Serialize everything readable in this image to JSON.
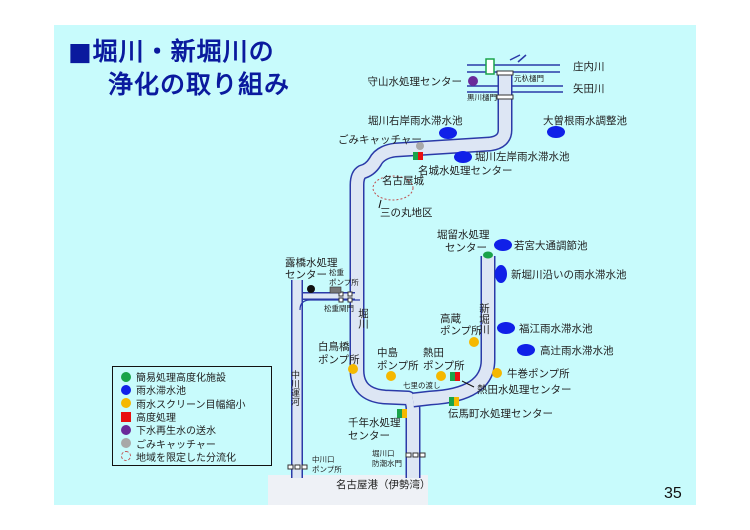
{
  "title": {
    "line1": "■堀川・新堀川の",
    "line2": "浄化の取り組み"
  },
  "page_number": "35",
  "colors": {
    "background": "#c8fbfc",
    "river_outline": "#2b3aa8",
    "river_fill": "#dde6f4",
    "green": "#1aa34a",
    "blue": "#1020e8",
    "yellow": "#f5b800",
    "red": "#e81010",
    "purple": "#6a2a9a",
    "gray": "#a8a8a8"
  },
  "rivers": {
    "shonai": "庄内川",
    "yada": "矢田川",
    "horikawa_v": "堀川",
    "shinhorikawa_v": "新堀川",
    "nakagawa_v": "中川運河"
  },
  "labels": {
    "moriyama": "守山水処理センター",
    "motoiri": "元杁樋門",
    "kurokawa": "黒川樋門",
    "right_bank": "堀川右岸雨水滞水池",
    "ozone": "大曽根雨水調整池",
    "gomi": "ごみキャッチャー",
    "left_bank": "堀川左岸雨水滞水池",
    "meijo": "名城水処理センター",
    "castle": "名古屋城",
    "sannomaru": "三の丸地区",
    "horidome1": "堀留水処理",
    "horidome2": "センター",
    "wakamiya": "若宮大通調節池",
    "shinhori_pond": "新堀川沿いの雨水滞水池",
    "tsuyuhashi1": "露橋水処理",
    "tsuyuhashi2": "センター",
    "matsushige1": "松重",
    "matsushige2": "ポンプ所",
    "matsushige_gate": "松重閘門",
    "takakura1": "高蔵",
    "takakura2": "ポンプ所",
    "fukue": "福江雨水滞水池",
    "takatsuji": "高辻雨水滞水池",
    "shiratori1": "白鳥橋",
    "shiratori2": "ポンプ所",
    "nakajima1": "中島",
    "nakajima2": "ポンプ所",
    "atsuta1": "熱田",
    "atsuta2": "ポンプ所",
    "ushimaki": "牛巻ポンプ所",
    "shichiri": "七里の渡し",
    "atsuta_center": "熱田水処理センター",
    "tenmacho": "伝馬町水処理センター",
    "chitose1": "千年水処理",
    "chitose2": "センター",
    "horikawaguchi1": "堀川口",
    "horikawaguchi2": "防潮水門",
    "nakagawaguchi1": "中川口",
    "nakagawaguchi2": "ポンプ所",
    "port": "名古屋港（伊勢湾）"
  },
  "legend": [
    {
      "label": "簡易処理高度化施設",
      "color": "#1aa34a",
      "shape": "circle"
    },
    {
      "label": "雨水滞水池",
      "color": "#1020e8",
      "shape": "circle"
    },
    {
      "label": "雨水スクリーン目幅縮小",
      "color": "#f5b800",
      "shape": "circle"
    },
    {
      "label": "高度処理",
      "color": "#e81010",
      "shape": "square"
    },
    {
      "label": "下水再生水の送水",
      "color": "#6a2a9a",
      "shape": "circle"
    },
    {
      "label": "ごみキャッチャー",
      "color": "#a8a8a8",
      "shape": "circle"
    },
    {
      "label": "地域を限定した分流化",
      "color": "#c05050",
      "shape": "dashed-circle"
    }
  ]
}
